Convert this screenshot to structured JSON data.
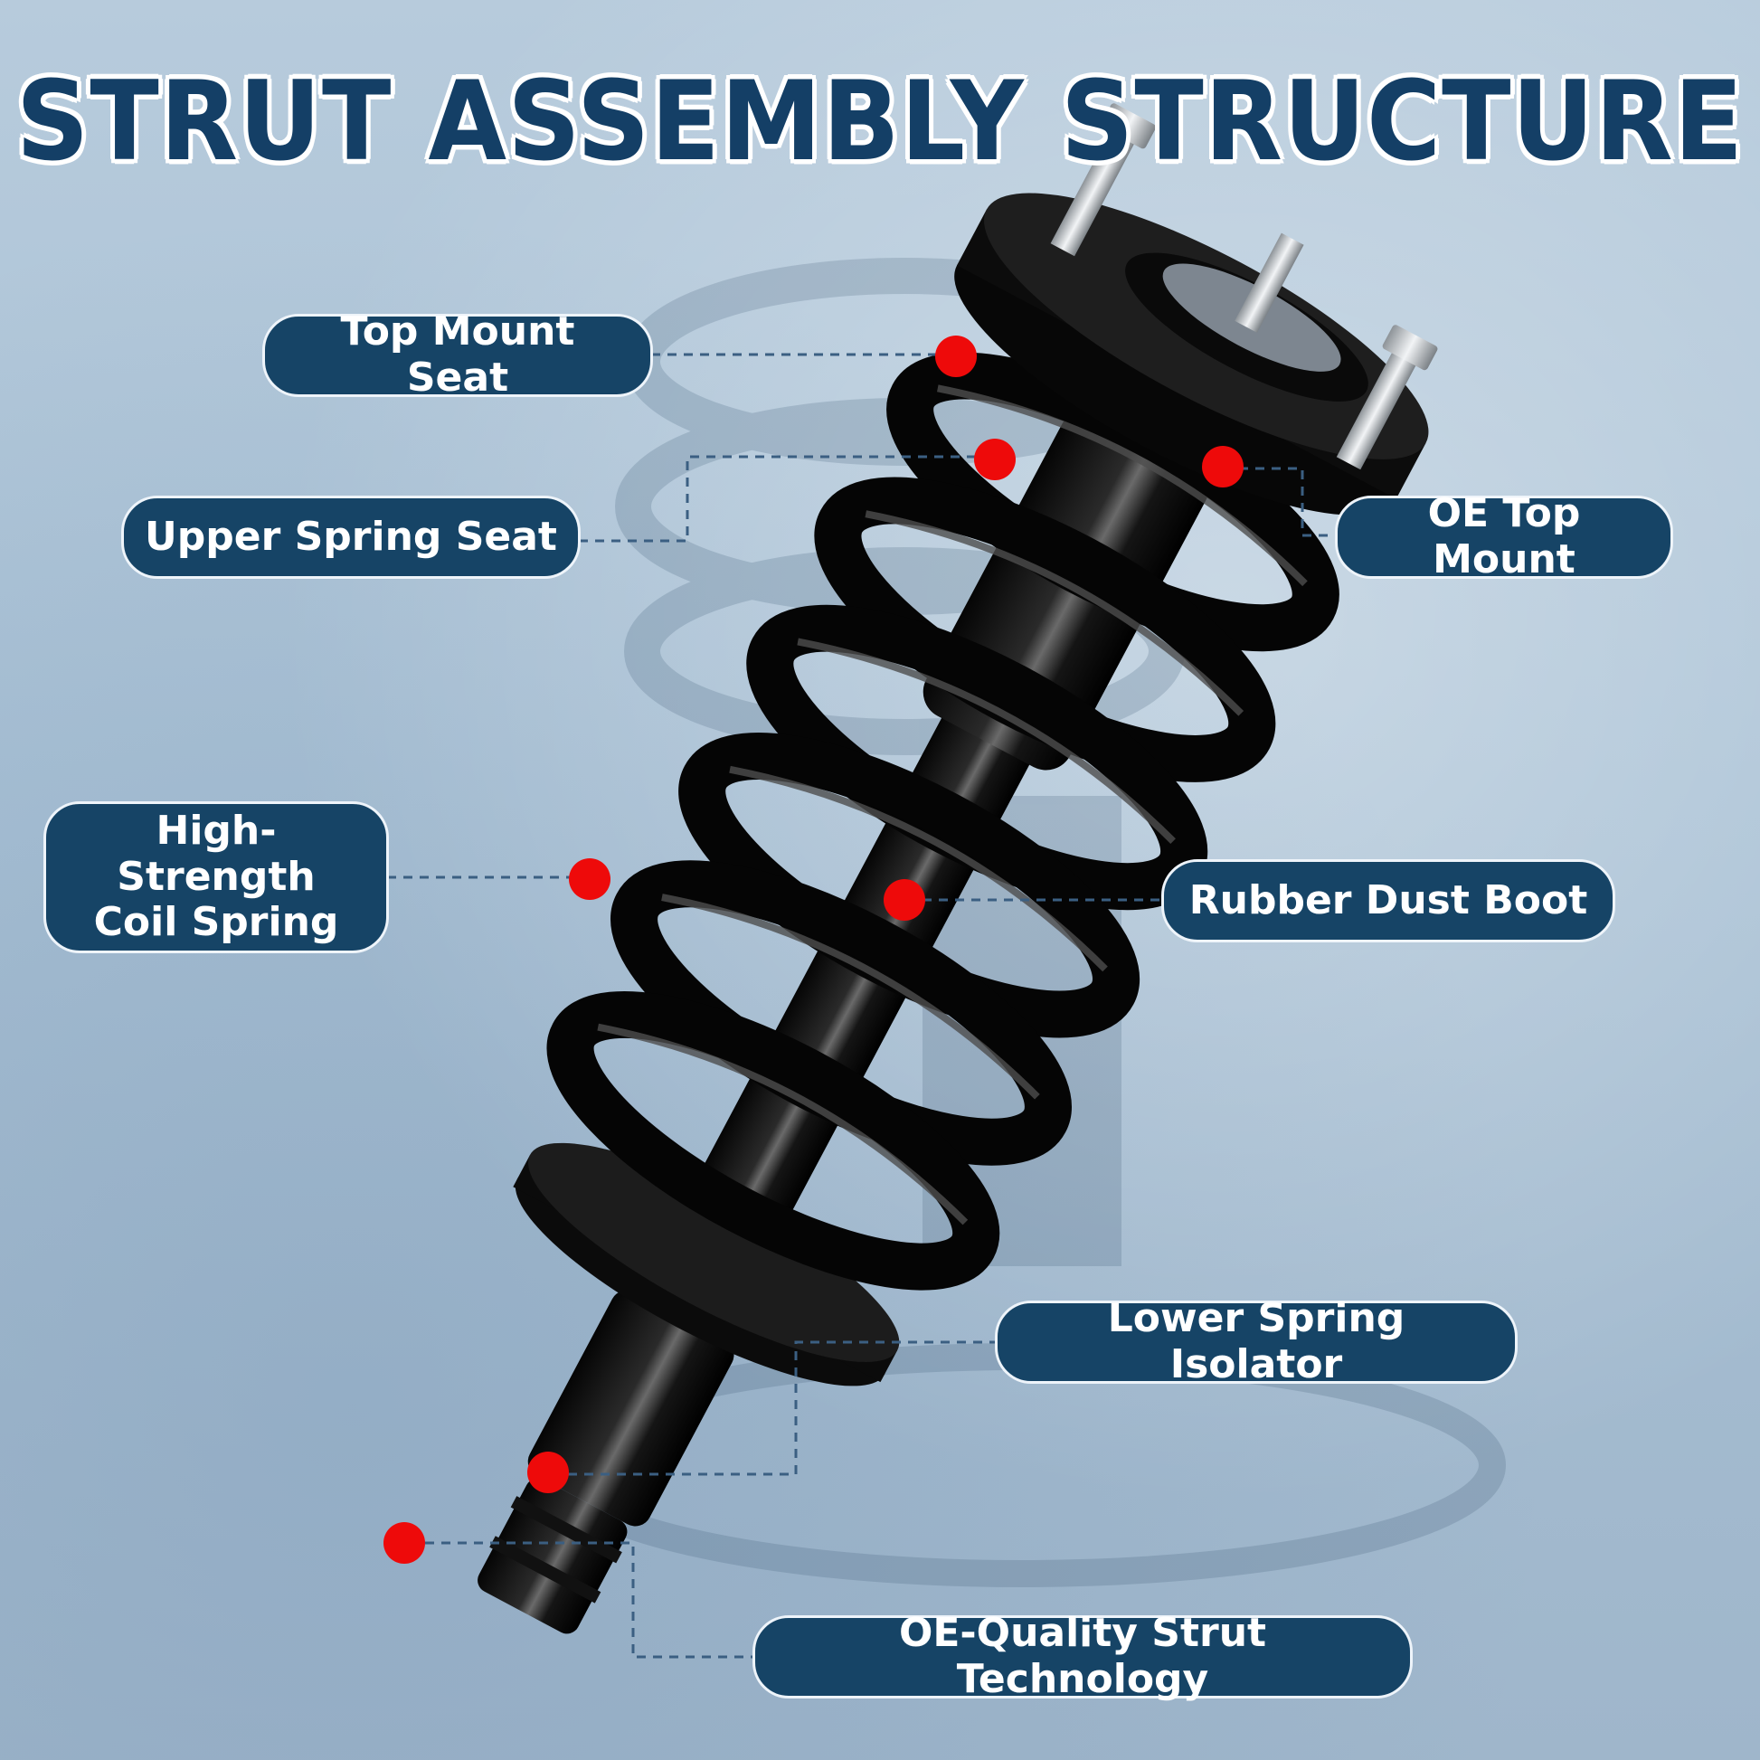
{
  "title": "STRUT ASSEMBLY STRUCTURE",
  "labels": {
    "top_mount_seat": "Top Mount Seat",
    "upper_spring_seat": "Upper Spring Seat",
    "oe_top_mount": "OE Top Mount",
    "coil_spring_line1": "High-Strength",
    "coil_spring_line2": "Coil Spring",
    "rubber_dust_boot": "Rubber Dust Boot",
    "lower_spring_isolator": "Lower Spring Isolator",
    "oe_quality_strut": "OE-Quality Strut Technology"
  },
  "colors": {
    "label_bg": "#164466",
    "title": "#143f66",
    "marker": "#ee0a0a",
    "leader": "#3b5f82"
  }
}
